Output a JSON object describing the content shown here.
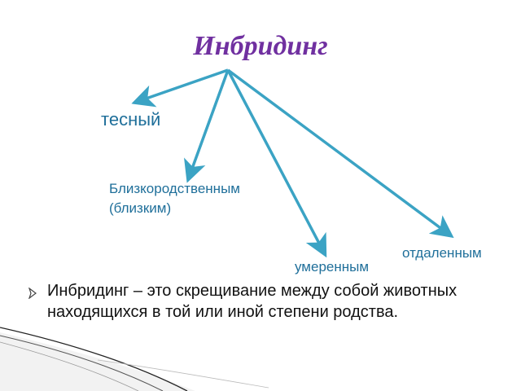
{
  "title": "Инбридинг",
  "nodes": {
    "tight": "тесный",
    "close_line1": "Близкородственным",
    "close_line2": "(близким)",
    "moderate": "умеренным",
    "distant": "отдаленным"
  },
  "bullet": {
    "icon": "hollow-arrow-bullet-icon",
    "text": "Инбридинг – это скрещивание между собой животных находящихся в той или иной степени родства."
  },
  "colors": {
    "title": "#7030a0",
    "node_text": "#1f6f9a",
    "arrow": "#3ba3c4",
    "body_text": "#111111"
  }
}
